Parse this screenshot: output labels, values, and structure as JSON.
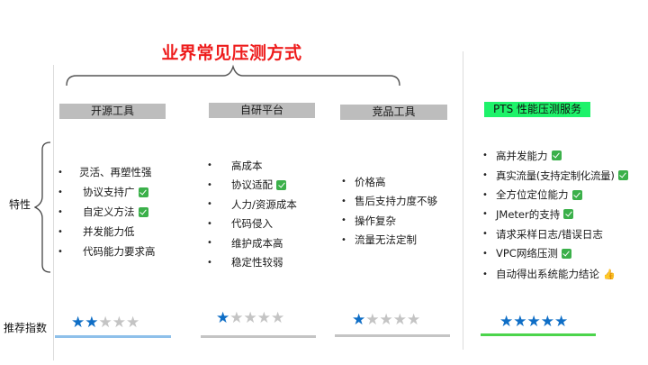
{
  "title": "业界常见压测方式",
  "row_labels": {
    "features": "特性",
    "rating": "推荐指数"
  },
  "colors": {
    "title": "#ee1c1c",
    "header_gray": "#bdbdbd",
    "header_pts": "#1ef26a",
    "star_on": "#0f6ec6",
    "star_off": "#c4c4c4",
    "underline_open_source": "#8ec0ea",
    "underline_gray": "#c4c4c4",
    "underline_pts": "#4cd44c",
    "check": "#3bb04a"
  },
  "columns": [
    {
      "id": "open-source",
      "header": "开源工具",
      "rating": 2,
      "max_rating": 5,
      "features": [
        {
          "text": "灵活、再塑性强",
          "icon": null
        },
        {
          "text": "协议支持广",
          "icon": "check-icon"
        },
        {
          "text": "自定义方法",
          "icon": "check-icon"
        },
        {
          "text": "并发能力低",
          "icon": null
        },
        {
          "text": "代码能力要求高",
          "icon": null
        }
      ]
    },
    {
      "id": "in-house",
      "header": "自研平台",
      "rating": 1,
      "max_rating": 5,
      "features": [
        {
          "text": "高成本",
          "icon": null
        },
        {
          "text": "协议适配",
          "icon": "check-icon"
        },
        {
          "text": "人力/资源成本",
          "icon": null
        },
        {
          "text": "代码侵入",
          "icon": null
        },
        {
          "text": "维护成本高",
          "icon": null
        },
        {
          "text": "稳定性较弱",
          "icon": null
        }
      ]
    },
    {
      "id": "competitor",
      "header": "竞品工具",
      "rating": 1,
      "max_rating": 5,
      "features": [
        {
          "text": "价格高",
          "icon": null
        },
        {
          "text": "售后支持力度不够",
          "icon": null
        },
        {
          "text": "操作复杂",
          "icon": null
        },
        {
          "text": "流量无法定制",
          "icon": null
        }
      ]
    },
    {
      "id": "pts",
      "header": "PTS 性能压测服务",
      "rating": 5,
      "max_rating": 5,
      "features": [
        {
          "text": "高并发能力",
          "icon": "check-icon"
        },
        {
          "text": "真实流量(支持定制化流量)",
          "icon": "check-icon"
        },
        {
          "text": "全方位定位能力",
          "icon": "check-icon"
        },
        {
          "text": "JMeter的支持",
          "icon": "check-icon"
        },
        {
          "text": "请求采样日志/错误日志",
          "icon": null
        },
        {
          "text": "VPC网络压测",
          "icon": "check-icon"
        },
        {
          "text": "自动得出系统能力结论",
          "icon": "thumbs-up-icon"
        }
      ]
    }
  ],
  "bullet_char": "•",
  "star_char": "★"
}
